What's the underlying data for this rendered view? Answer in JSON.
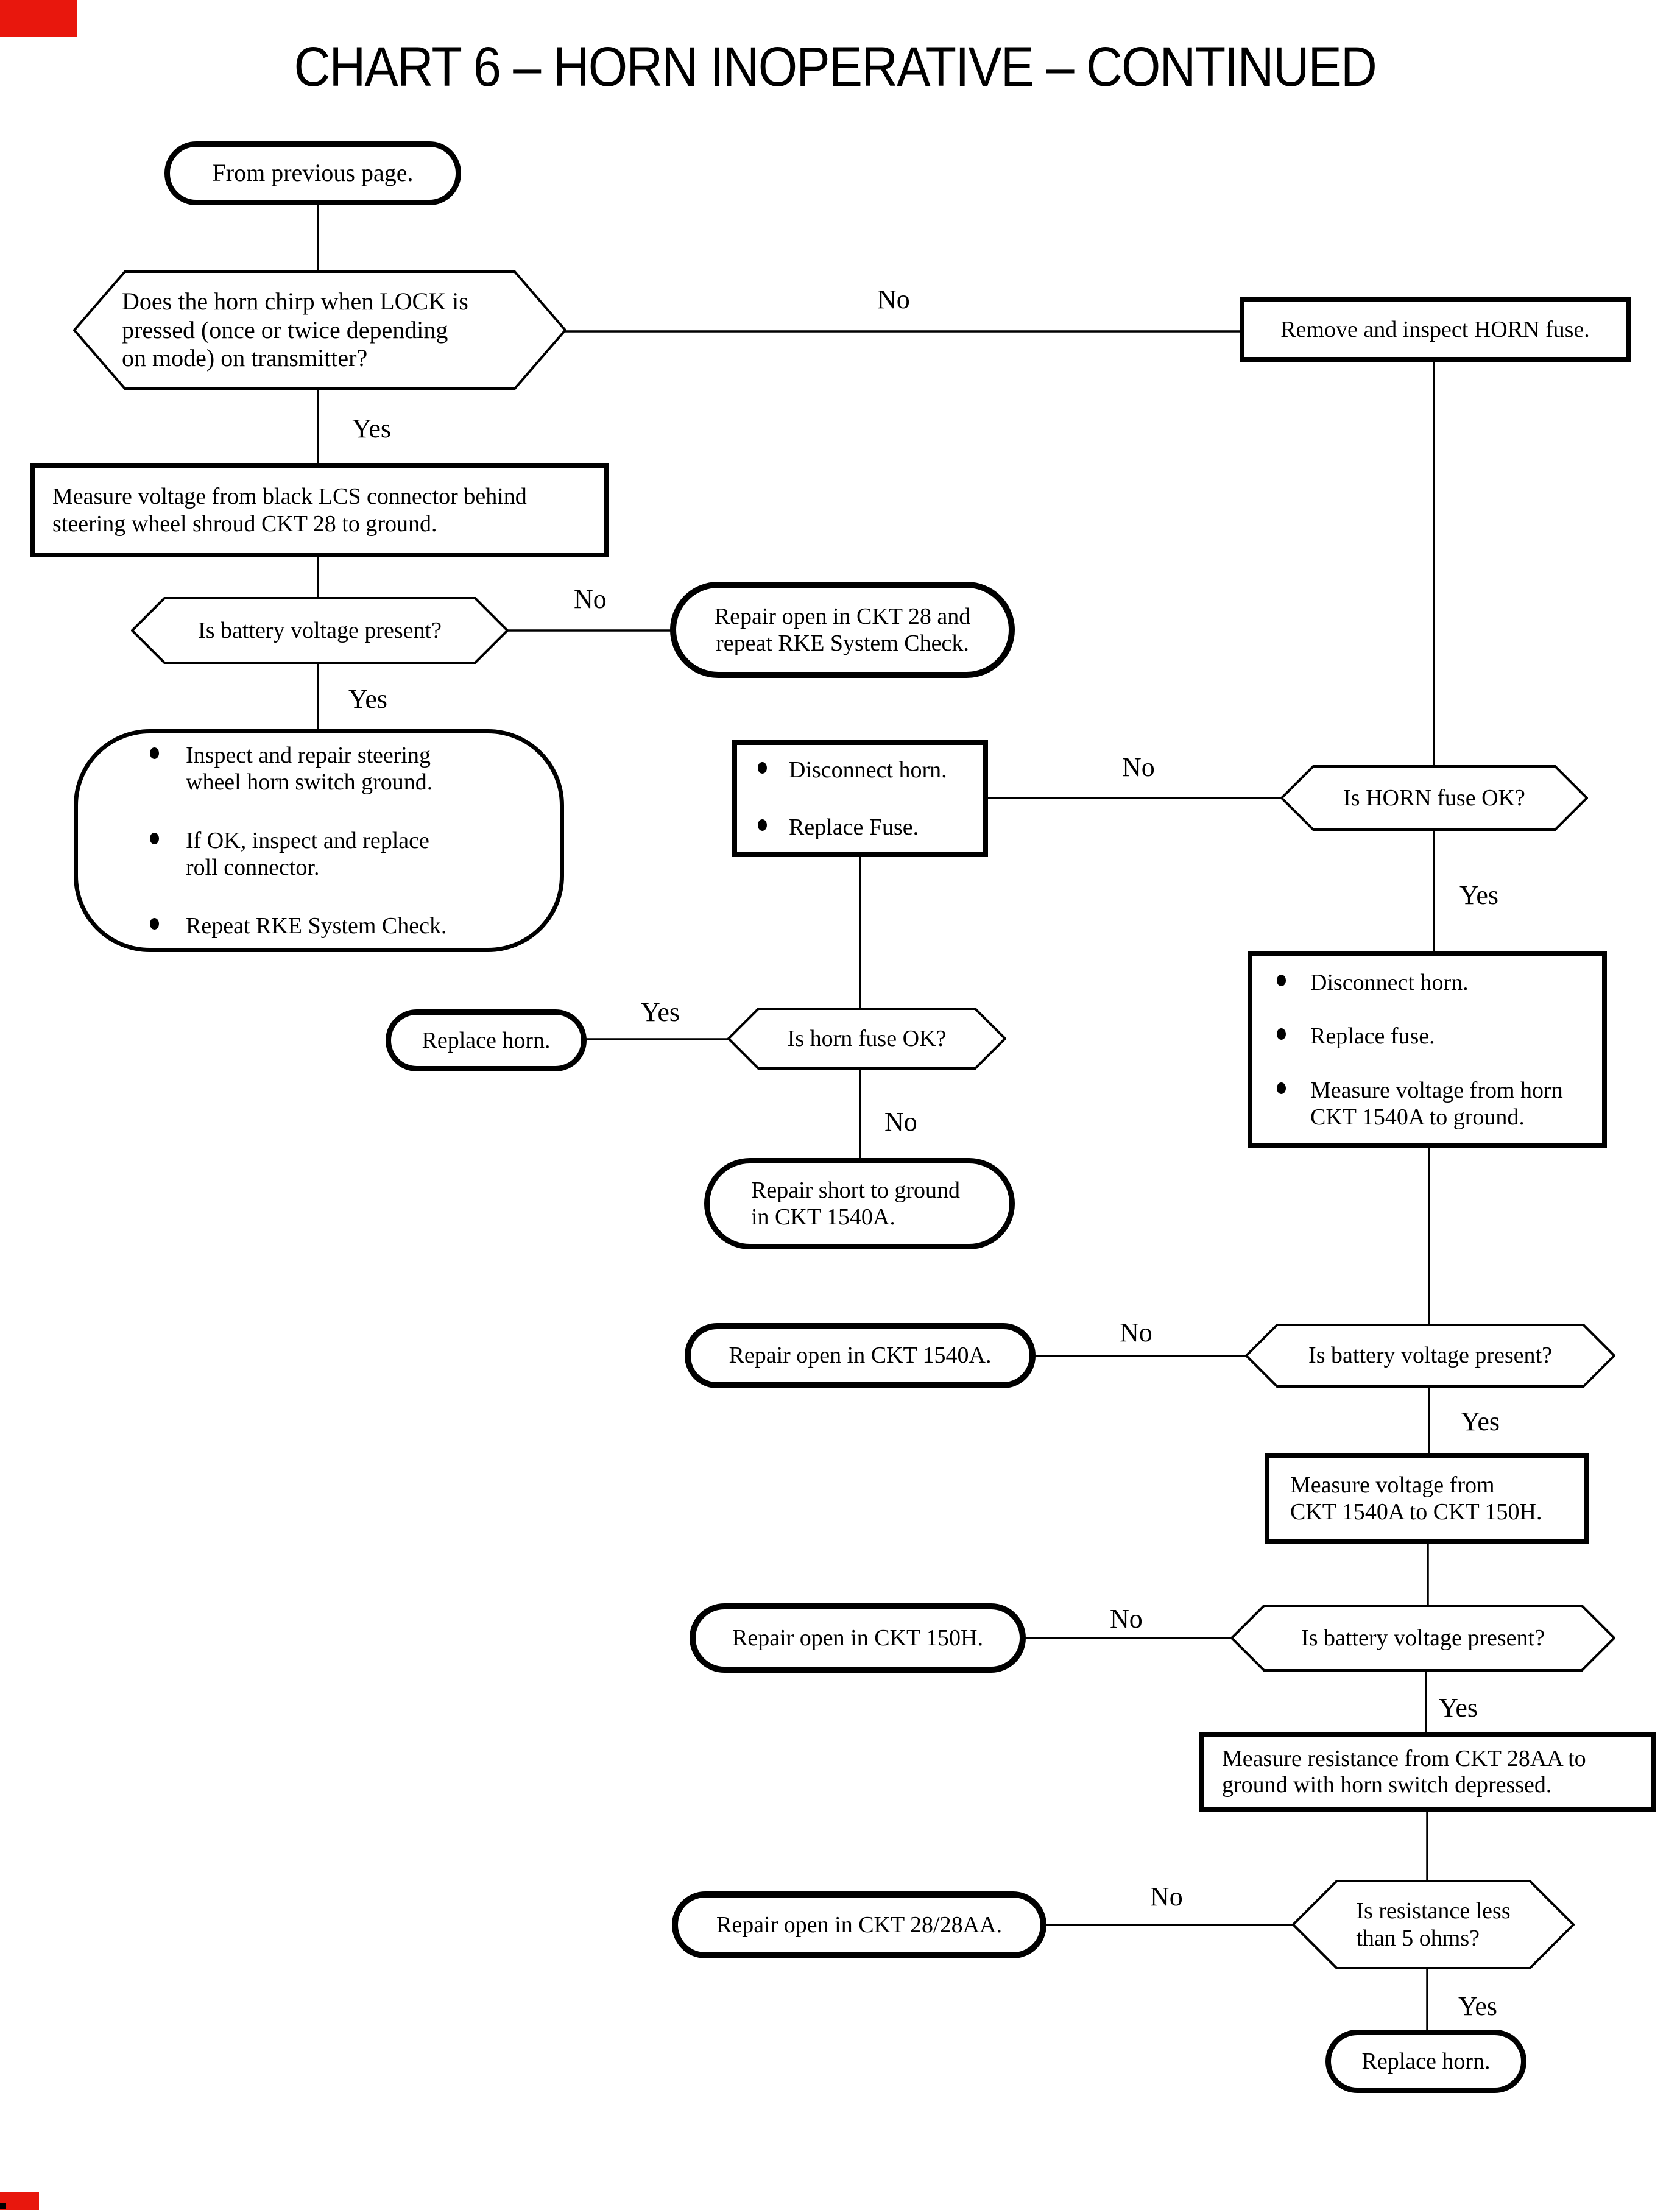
{
  "title": "CHART 6 – HORN INOPERATIVE – CONTINUED",
  "nodes": {
    "from_prev": {
      "text": "From previous page."
    },
    "q_chirp": {
      "text": "Does the horn chirp when LOCK is\npressed (once or twice depending\non mode) on transmitter?"
    },
    "remove_fuse": {
      "text": "Remove and inspect HORN fuse."
    },
    "measure_lcs": {
      "text": "Measure voltage from black LCS connector behind\nsteering wheel shroud CKT 28 to ground."
    },
    "q_batt1": {
      "text": "Is battery voltage present?"
    },
    "repair_ckt28": {
      "text": "Repair open in CKT 28 and\nrepeat RKE System Check."
    },
    "steps_left": {
      "items": [
        "Inspect and repair steering\nwheel horn switch ground.",
        "If OK, inspect and replace\nroll connector.",
        "Repeat RKE System Check."
      ]
    },
    "disc_replace": {
      "items": [
        "Disconnect horn.",
        "Replace Fuse."
      ]
    },
    "q_horn_fuse": {
      "text": "Is HORN fuse OK?"
    },
    "steps_right": {
      "items": [
        "Disconnect horn.",
        "Replace fuse.",
        "Measure voltage from horn\nCKT 1540A to ground."
      ]
    },
    "replace_horn1": {
      "text": "Replace horn."
    },
    "q_horn_fuse2": {
      "text": "Is horn fuse OK?"
    },
    "repair_short": {
      "text": "Repair short to ground\nin CKT 1540A."
    },
    "repair_1540a": {
      "text": "Repair open in CKT 1540A."
    },
    "q_batt2": {
      "text": "Is battery voltage present?"
    },
    "measure_1540a": {
      "text": "Measure voltage from\nCKT 1540A to CKT 150H."
    },
    "repair_150h": {
      "text": "Repair open in CKT 150H."
    },
    "q_batt3": {
      "text": "Is battery voltage present?"
    },
    "measure_res": {
      "text": "Measure resistance from CKT 28AA to\nground with horn switch depressed."
    },
    "repair_2828aa": {
      "text": "Repair open in CKT 28/28AA."
    },
    "q_resistance": {
      "text": "Is resistance less\nthan 5 ohms?"
    },
    "replace_horn2": {
      "text": "Replace horn."
    }
  },
  "edge_labels": {
    "no1": "No",
    "yes1": "Yes",
    "no2": "No",
    "yes2": "Yes",
    "no3": "No",
    "yes3": "Yes",
    "yes4": "Yes",
    "no4": "No",
    "no5": "No",
    "yes5": "Yes",
    "no6": "No",
    "yes6": "Yes",
    "no7": "No",
    "yes7": "Yes"
  },
  "colors": {
    "line": "#000000",
    "background": "#ffffff",
    "scan_mark_red": "#e8170d"
  }
}
